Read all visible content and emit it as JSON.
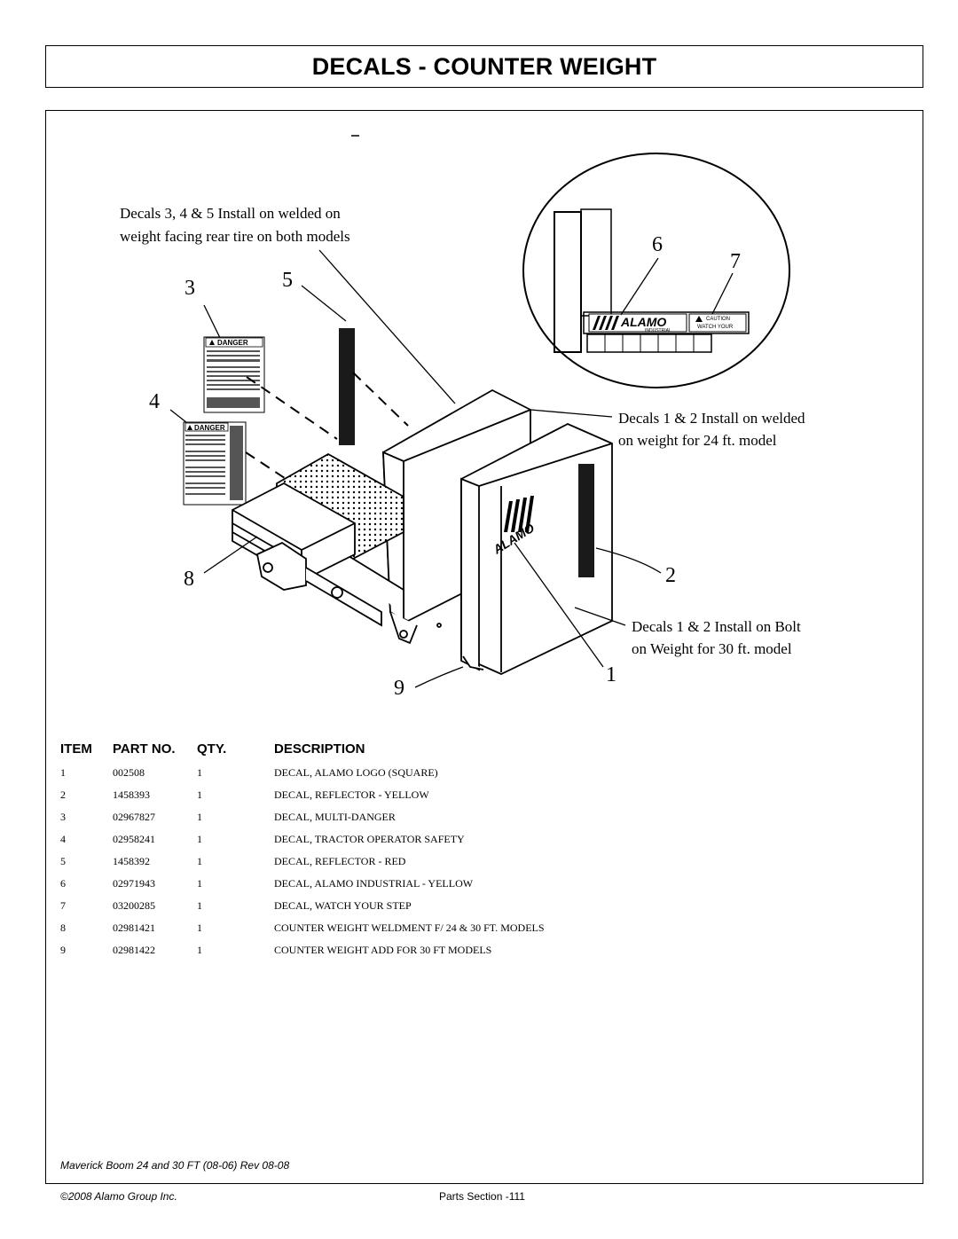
{
  "title": "DECALS - COUNTER WEIGHT",
  "diagram": {
    "note_top_left_line1": "Decals 3, 4 & 5 Install on welded on",
    "note_top_left_line2": "weight facing rear tire on both models",
    "note_right_mid_line1": "Decals 1 & 2 Install on welded",
    "note_right_mid_line2": "on weight for 24 ft. model",
    "note_right_low_line1": "Decals 1 & 2 Install on Bolt",
    "note_right_low_line2": "on Weight for 30 ft. model",
    "callouts": [
      "1",
      "2",
      "3",
      "4",
      "5",
      "6",
      "7",
      "8",
      "9"
    ],
    "decal_danger_label": "DANGER",
    "decal_alamo_label": "ALAMO",
    "decal_industrial_label": "INDUSTRIAL",
    "decal_caution_label": "CAUTION",
    "decal_watch_label": "WATCH YOUR"
  },
  "table": {
    "headers": {
      "item": "ITEM",
      "part_no": "PART NO.",
      "qty": "QTY.",
      "description": "DESCRIPTION"
    },
    "rows": [
      {
        "item": "1",
        "part_no": "002508",
        "qty": "1",
        "description": "DECAL, ALAMO LOGO (SQUARE)"
      },
      {
        "item": "2",
        "part_no": "1458393",
        "qty": "1",
        "description": "DECAL, REFLECTOR - YELLOW"
      },
      {
        "item": "3",
        "part_no": "02967827",
        "qty": "1",
        "description": "DECAL, MULTI-DANGER"
      },
      {
        "item": "4",
        "part_no": "02958241",
        "qty": "1",
        "description": "DECAL, TRACTOR OPERATOR SAFETY"
      },
      {
        "item": "5",
        "part_no": "1458392",
        "qty": "1",
        "description": "DECAL, REFLECTOR - RED"
      },
      {
        "item": "6",
        "part_no": "02971943",
        "qty": "1",
        "description": "DECAL, ALAMO INDUSTRIAL - YELLOW"
      },
      {
        "item": "7",
        "part_no": "03200285",
        "qty": "1",
        "description": "DECAL, WATCH YOUR STEP"
      },
      {
        "item": "8",
        "part_no": "02981421",
        "qty": "1",
        "description": "COUNTER WEIGHT WELDMENT F/ 24 & 30 FT. MODELS"
      },
      {
        "item": "9",
        "part_no": "02981422",
        "qty": "1",
        "description": "COUNTER WEIGHT ADD FOR 30 FT MODELS"
      }
    ]
  },
  "footer": {
    "doc_ref": "Maverick Boom 24 and 30 FT (08-06) Rev 08-08",
    "copyright": "©2008 Alamo Group Inc.",
    "section": "Parts Section -111"
  }
}
